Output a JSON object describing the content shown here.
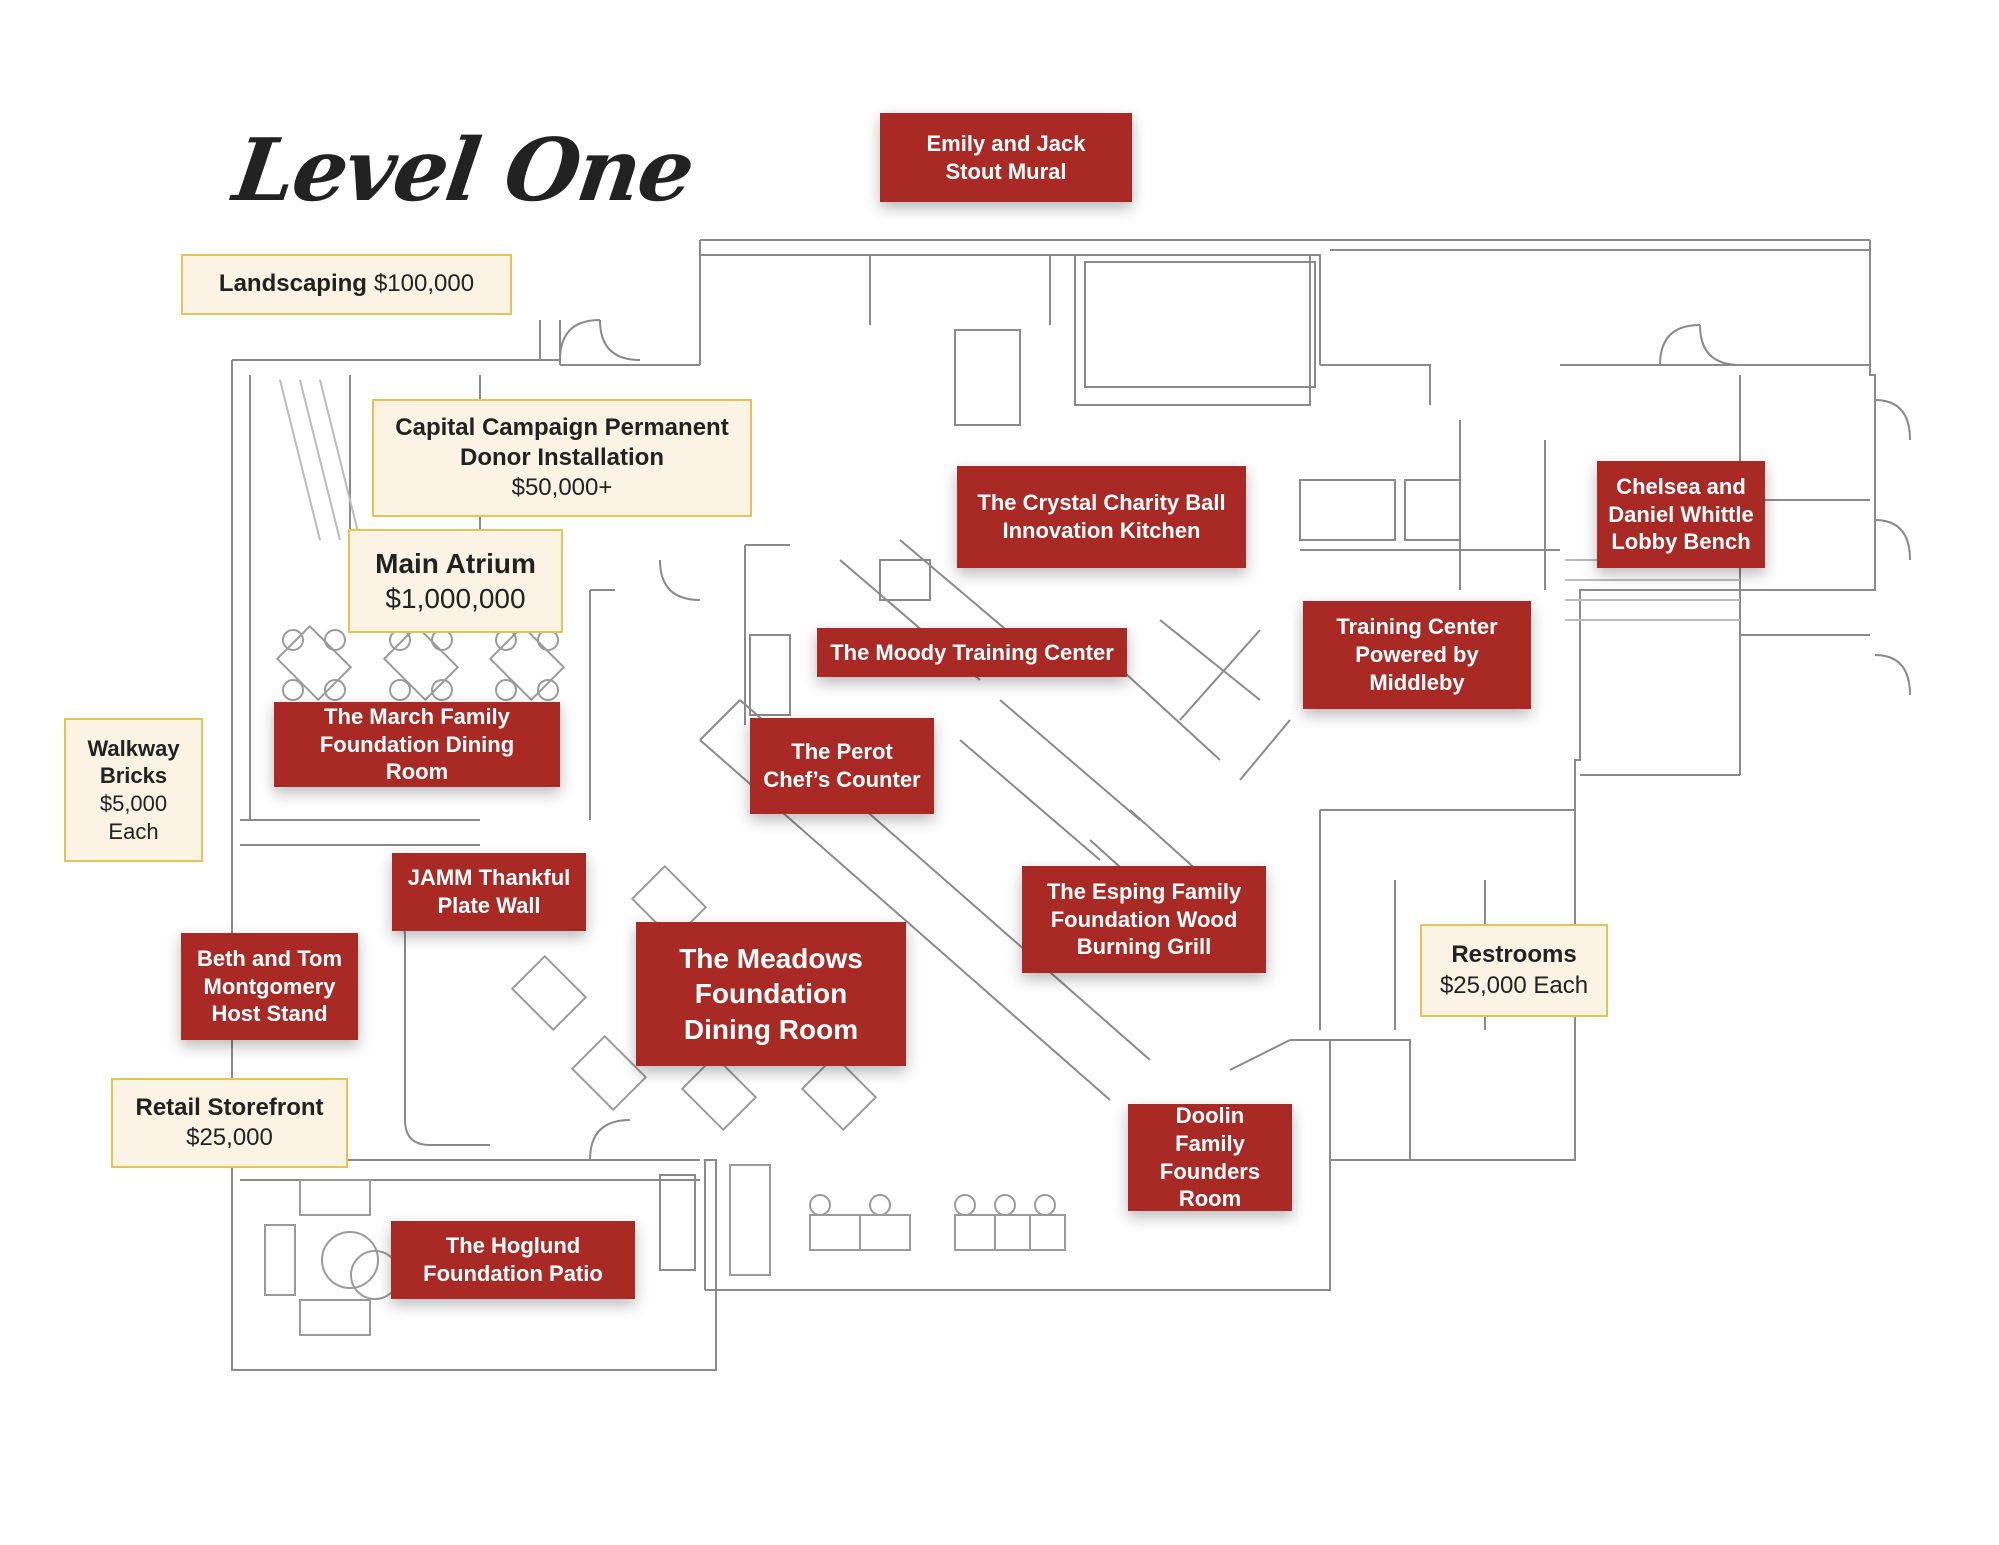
{
  "page": {
    "title": "Level One"
  },
  "colors": {
    "sponsor_red": "#a92a25",
    "cream_fill": "#fbf3e4",
    "cream_border": "#e6c357",
    "plan_lines": "#8a8a8a"
  },
  "red_labels": {
    "stout_mural": "Emily and Jack Stout Mural",
    "innovation_kitchen": "The Crystal Charity Ball Innovation Kitchen",
    "moody_training": "The Moody Training Center",
    "training_middleby": "Training Center Powered by Middleby",
    "whittle_bench": "Chelsea and Daniel Whittle Lobby Bench",
    "march_dining": "The March Family Foundation Dining Room",
    "perot_counter": "The Perot Chef’s Counter",
    "jamm_wall": "JAMM Thankful Plate Wall",
    "esping_grill": "The Esping Family Foundation Wood Burning Grill",
    "montgomery_host": "Beth and Tom Montgomery Host Stand",
    "meadows_dining": "The Meadows Foundation Dining Room",
    "doolin_room": "Doolin Family Founders Room",
    "hoglund_patio": "The Hoglund Foundation Patio"
  },
  "cream_labels": {
    "landscaping": {
      "name": "Landscaping",
      "price": "$100,000"
    },
    "capital_campaign": {
      "name": "Capital Campaign Permanent Donor Installation",
      "price": "$50,000+"
    },
    "main_atrium": {
      "name": "Main Atrium",
      "price": "$1,000,000"
    },
    "walkway_bricks": {
      "name": "Walkway Bricks",
      "price": "$5,000 Each"
    },
    "restrooms": {
      "name": "Restrooms",
      "price": "$25,000 Each"
    },
    "retail_storefront": {
      "name": "Retail Storefront",
      "price": "$25,000"
    }
  }
}
